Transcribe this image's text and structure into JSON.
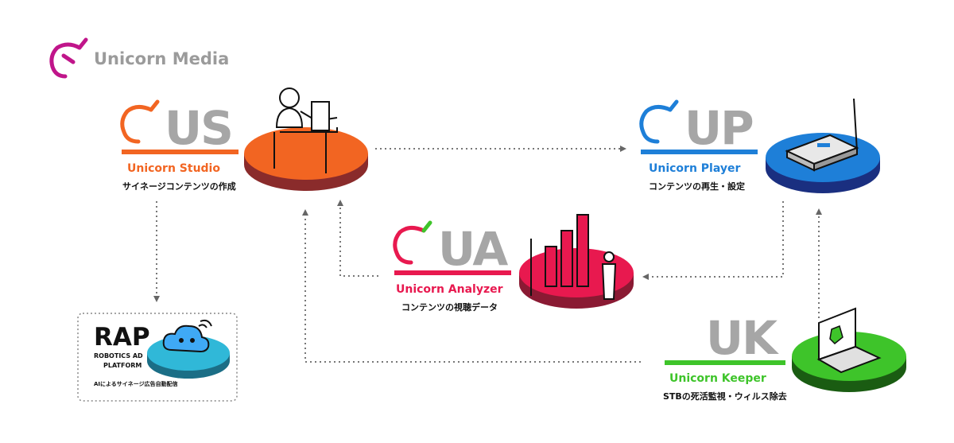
{
  "brand": {
    "name": "Unicorn Media",
    "color": "#c0158a"
  },
  "services": {
    "us": {
      "code": "US",
      "name": "Unicorn Studio",
      "desc": "サイネージコンテンツの作成",
      "color": "#f26522"
    },
    "up": {
      "code": "UP",
      "name": "Unicorn Player",
      "desc": "コンテンツの再生・設定",
      "color": "#1e7fd8"
    },
    "ua": {
      "code": "UA",
      "name": "Unicorn Analyzer",
      "desc": "コンテンツの視聴データ",
      "color": "#e8194f"
    },
    "uk": {
      "code": "UK",
      "name": "Unicorn Keeper",
      "desc": "STBの死活監視・ウィルス除去",
      "color": "#3ec42a"
    }
  },
  "rap": {
    "title": "RAP",
    "subtitle_line1": "ROBOTICS AD",
    "subtitle_line2": "PLATFORM",
    "desc": "AIによるサイネージ広告自動配信",
    "color": "#30b8d8"
  },
  "icons": {
    "logo": "unicorn-head-icon",
    "us": "person-at-desk-icon",
    "up": "set-top-box-antenna-icon",
    "ua": "person-bar-chart-icon",
    "uk": "laptop-shield-icon",
    "rap": "cloud-robot-wifi-icon"
  }
}
